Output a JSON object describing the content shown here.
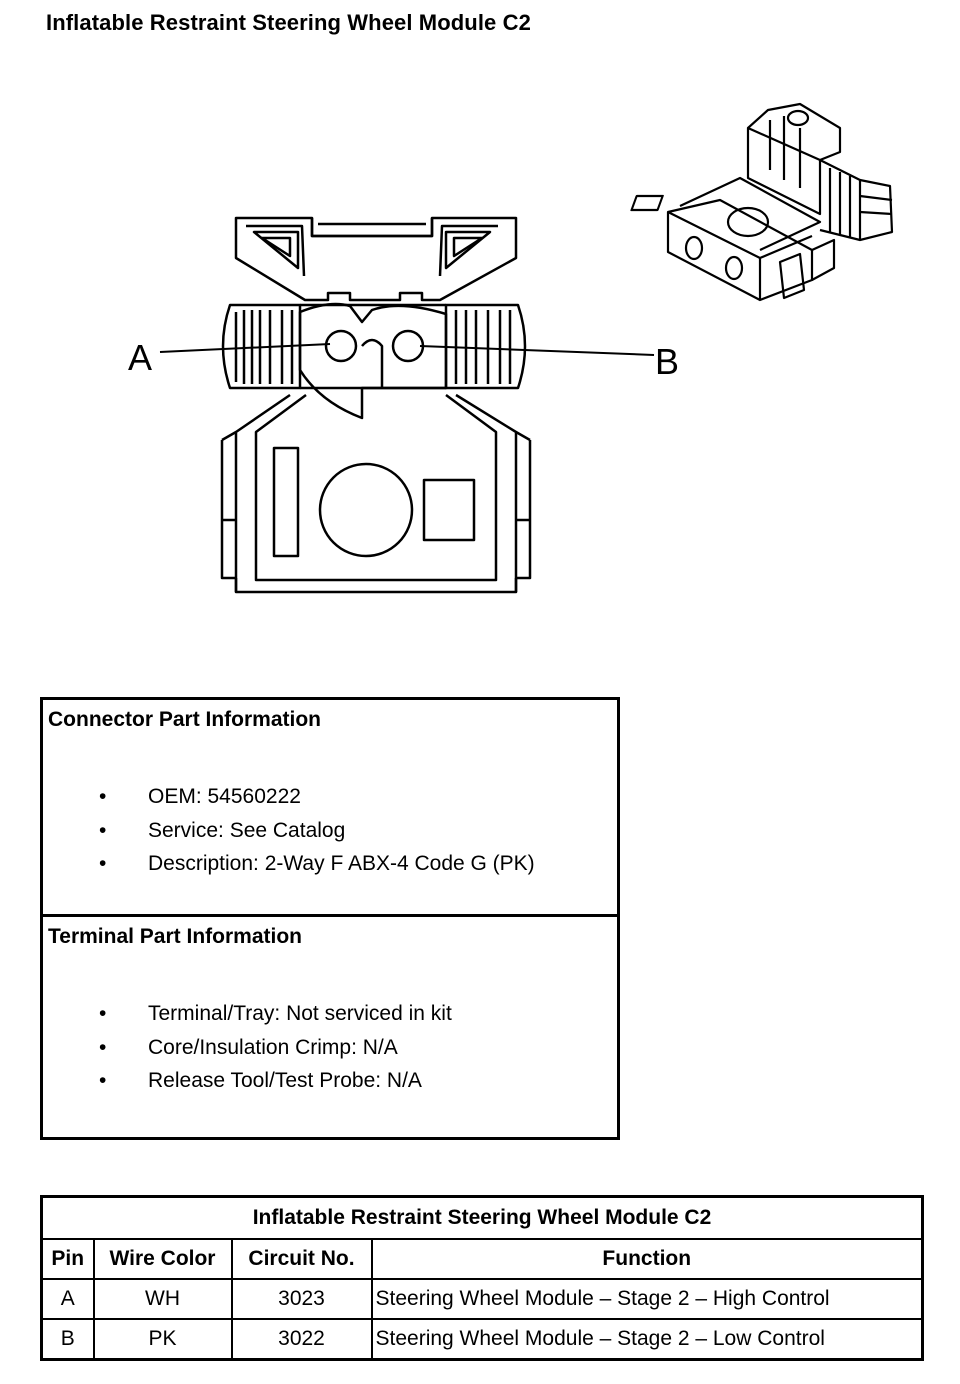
{
  "title": "Inflatable Restraint Steering Wheel Module C2",
  "diagram": {
    "labels": {
      "a": "A",
      "b": "B"
    }
  },
  "connector_info": {
    "heading": "Connector Part Information",
    "items": [
      "OEM: 54560222",
      "Service: See Catalog",
      "Description: 2-Way F ABX-4 Code G (PK)"
    ]
  },
  "terminal_info": {
    "heading": "Terminal Part Information",
    "items": [
      "Terminal/Tray: Not serviced in kit",
      "Core/Insulation Crimp: N/A",
      "Release Tool/Test Probe: N/A"
    ]
  },
  "pin_table": {
    "caption": "Inflatable Restraint Steering Wheel Module C2",
    "headers": [
      "Pin",
      "Wire Color",
      "Circuit No.",
      "Function"
    ],
    "rows": [
      [
        "A",
        "WH",
        "3023",
        "Steering Wheel Module – Stage 2 – High Control"
      ],
      [
        "B",
        "PK",
        "3022",
        "Steering Wheel Module – Stage 2 – Low Control"
      ]
    ]
  }
}
